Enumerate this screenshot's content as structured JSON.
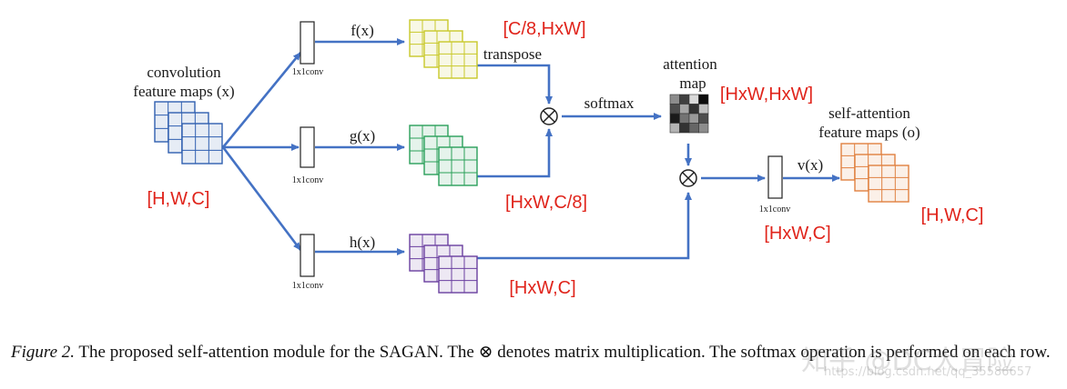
{
  "labels": {
    "input_line1": "convolution",
    "input_line2": "feature maps (x)",
    "input_dim": "[H,W,C]",
    "conv_f": "1x1conv",
    "conv_g": "1x1conv",
    "conv_h": "1x1conv",
    "conv_v": "1x1conv",
    "fx": "f(x)",
    "gx": "g(x)",
    "hx": "h(x)",
    "vx": "v(x)",
    "transpose": "transpose",
    "softmax": "softmax",
    "attention_line1": "attention",
    "attention_line2": "map",
    "output_line1": "self-attention",
    "output_line2": "feature maps (o)",
    "dim_f": "[C/8,HxW]",
    "dim_g": "[HxW,C/8]",
    "dim_h": "[HxW,C]",
    "dim_att": "[HxW,HxW]",
    "dim_v": "[HxW,C]",
    "dim_out": "[H,W,C]",
    "multiply_symbol": "⊗"
  },
  "colors": {
    "input": "#2f5fb0",
    "f": "#c9c92a",
    "g": "#2aa05a",
    "h": "#6a3fa0",
    "output": "#e08040",
    "arrow": "#4472c4",
    "dim_text": "#e0241b"
  },
  "attention_map_cells": [
    [
      0.55,
      0.25,
      0.85,
      0.05
    ],
    [
      0.3,
      0.65,
      0.2,
      0.75
    ],
    [
      0.1,
      0.45,
      0.6,
      0.3
    ],
    [
      0.7,
      0.2,
      0.4,
      0.55
    ]
  ],
  "caption": {
    "label": "Figure 2.",
    "text": " The proposed self-attention module for the SAGAN. The ⊗ denotes matrix multiplication. The softmax operation is performed on each row."
  },
  "watermark": {
    "main": "知乎 @DC大冒险",
    "url": "https://blog.csdn.net/qq_35586657"
  }
}
